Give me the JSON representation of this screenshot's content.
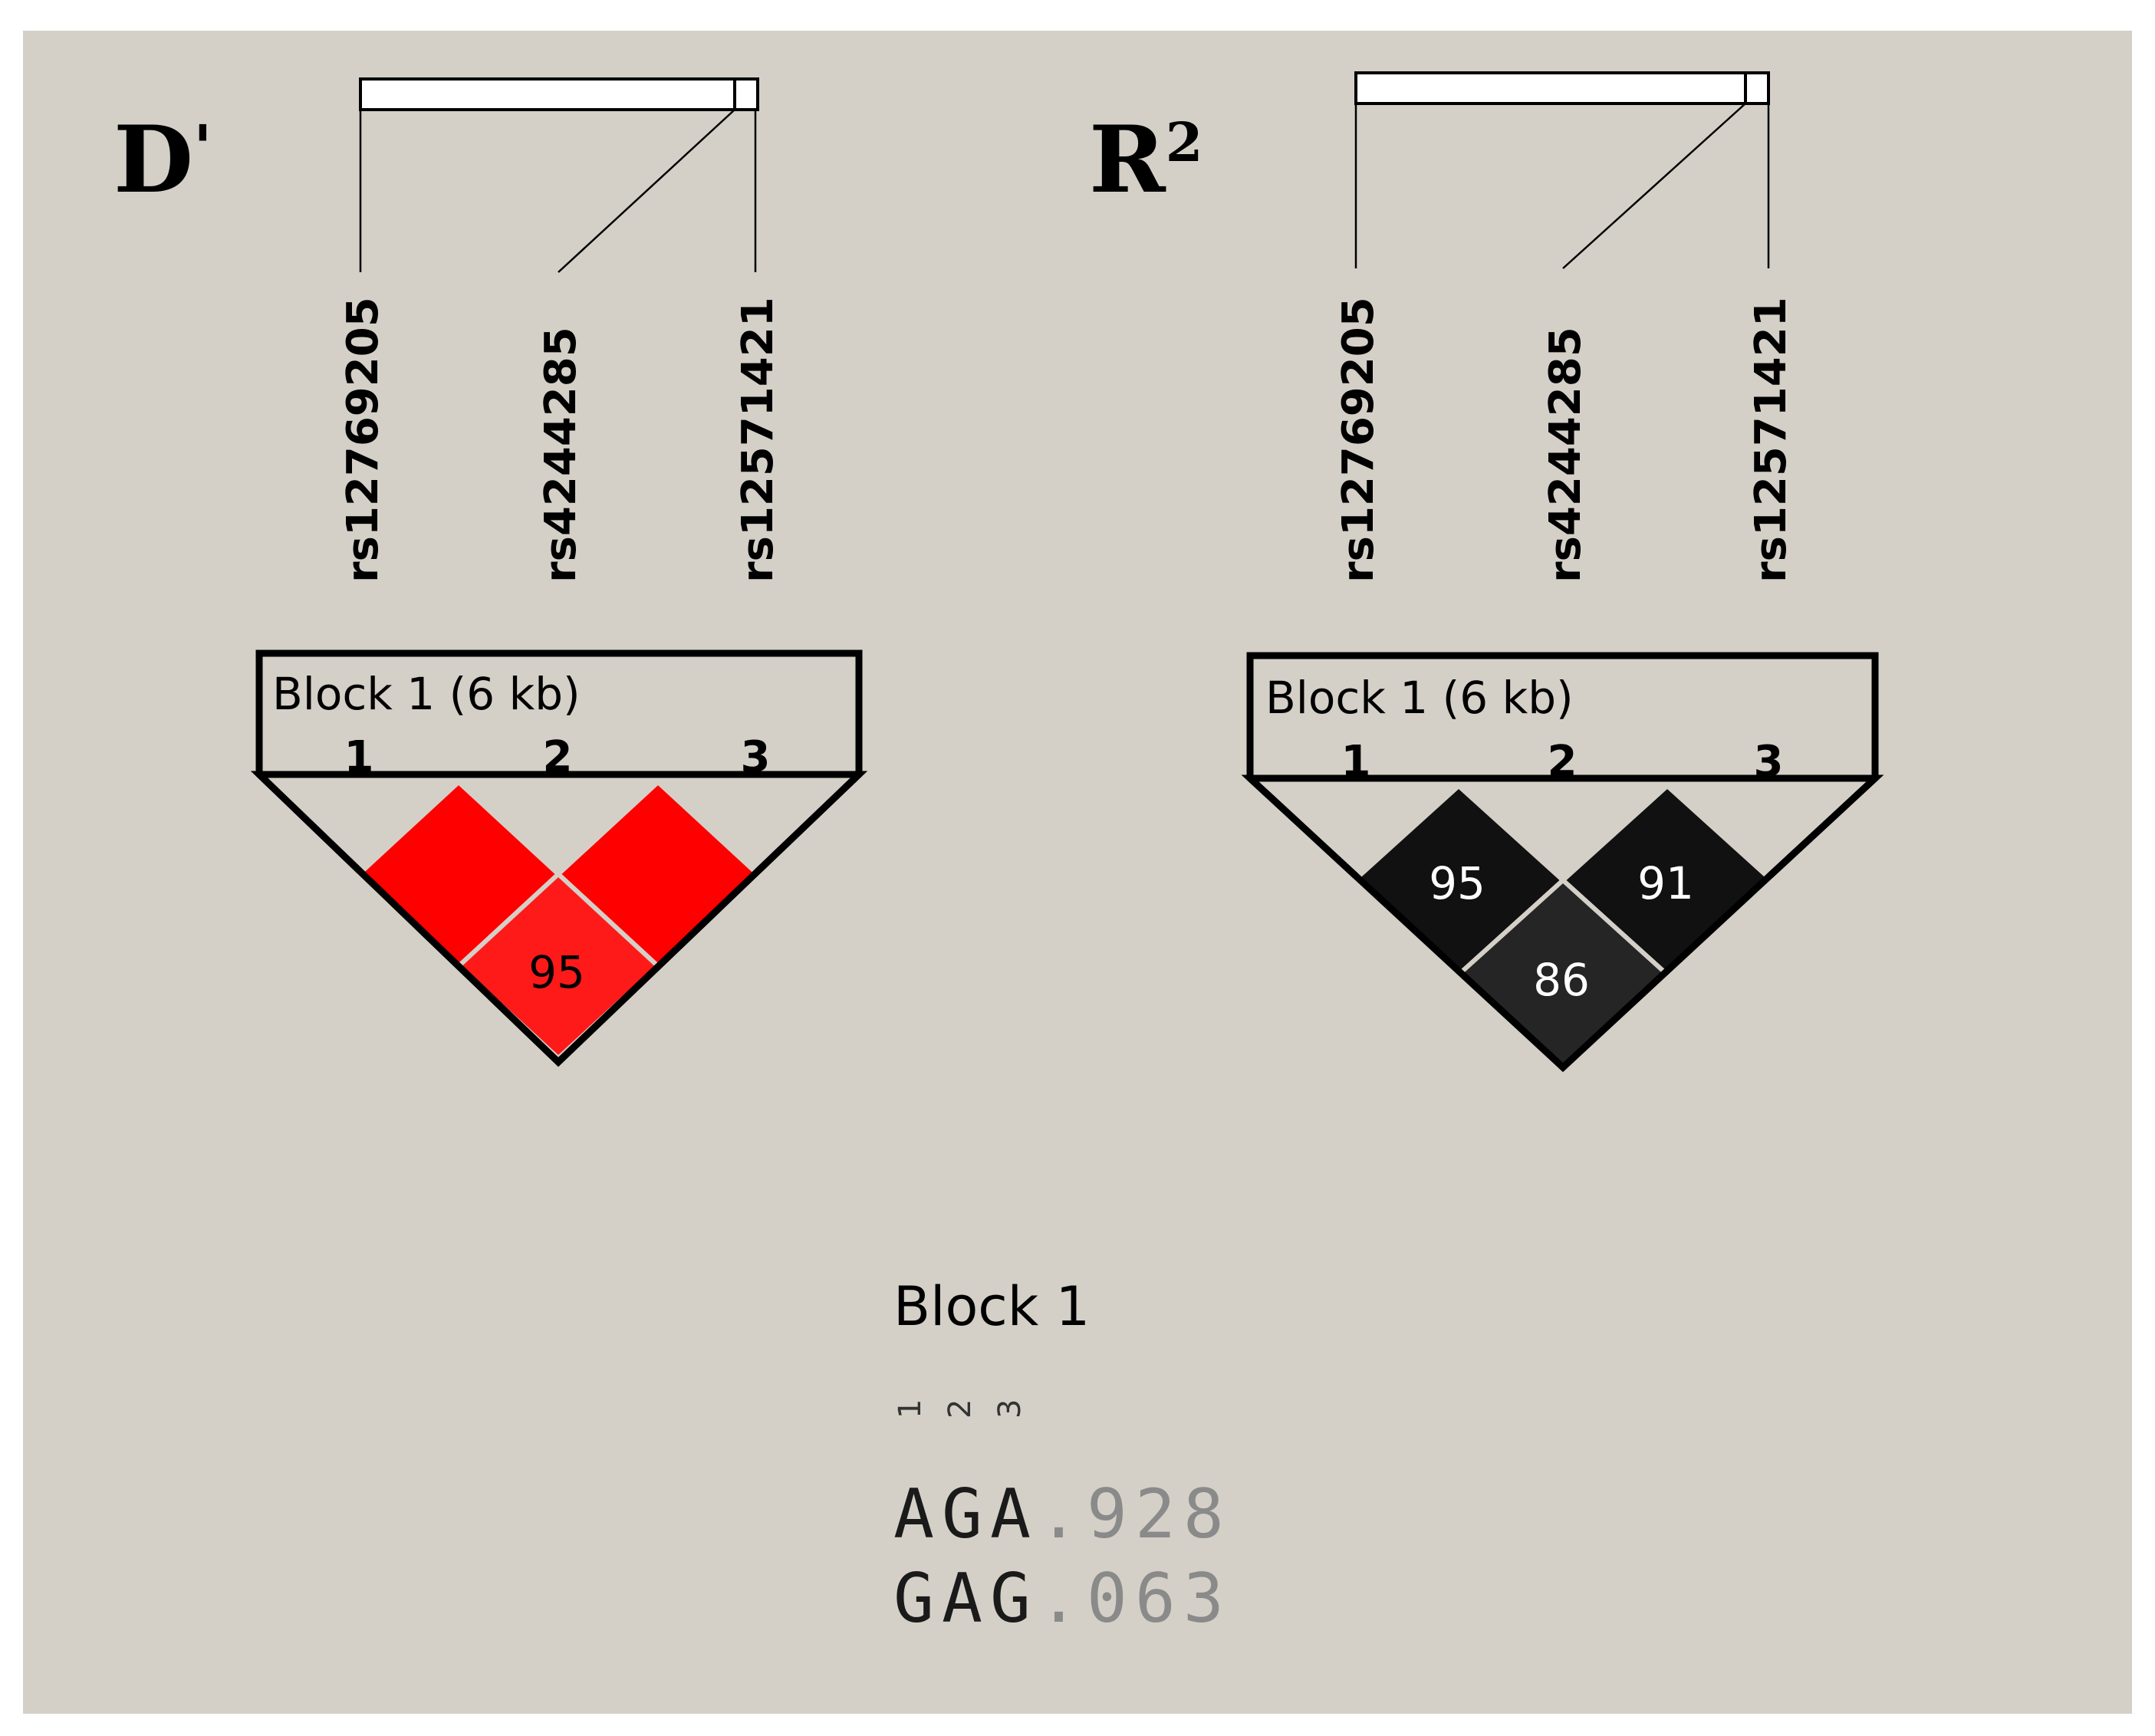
{
  "colors": {
    "background": "#d4d0c8",
    "dprime_cell": "#ff0000",
    "dprime_cell_bottom": "#ff1a1a",
    "r2_cell": "#111111",
    "r2_cell_bottom": "#252525",
    "outline": "#000000",
    "freq_text": "#8a8a8a"
  },
  "panels": [
    {
      "title_main": "D",
      "title_sup": "'",
      "snps": [
        "rs12769205",
        "rs4244285",
        "rs12571421"
      ],
      "block_label": "Block 1 (6 kb)",
      "marker_numbers": [
        "1",
        "2",
        "3"
      ],
      "cells": [
        {
          "pair": "1-2",
          "value": ""
        },
        {
          "pair": "2-3",
          "value": ""
        },
        {
          "pair": "1-3",
          "value": "95"
        }
      ]
    },
    {
      "title_main": "R",
      "title_sup": "2",
      "snps": [
        "rs12769205",
        "rs4244285",
        "rs12571421"
      ],
      "block_label": "Block 1 (6 kb)",
      "marker_numbers": [
        "1",
        "2",
        "3"
      ],
      "cells": [
        {
          "pair": "1-2",
          "value": "95"
        },
        {
          "pair": "2-3",
          "value": "91"
        },
        {
          "pair": "1-3",
          "value": "86"
        }
      ]
    }
  ],
  "haplotypes": {
    "title": "Block 1",
    "marker_numbers": [
      "1",
      "2",
      "3"
    ],
    "rows": [
      {
        "alleles": "AGA",
        "freq": ".928"
      },
      {
        "alleles": "GAG",
        "freq": ".063"
      }
    ]
  }
}
